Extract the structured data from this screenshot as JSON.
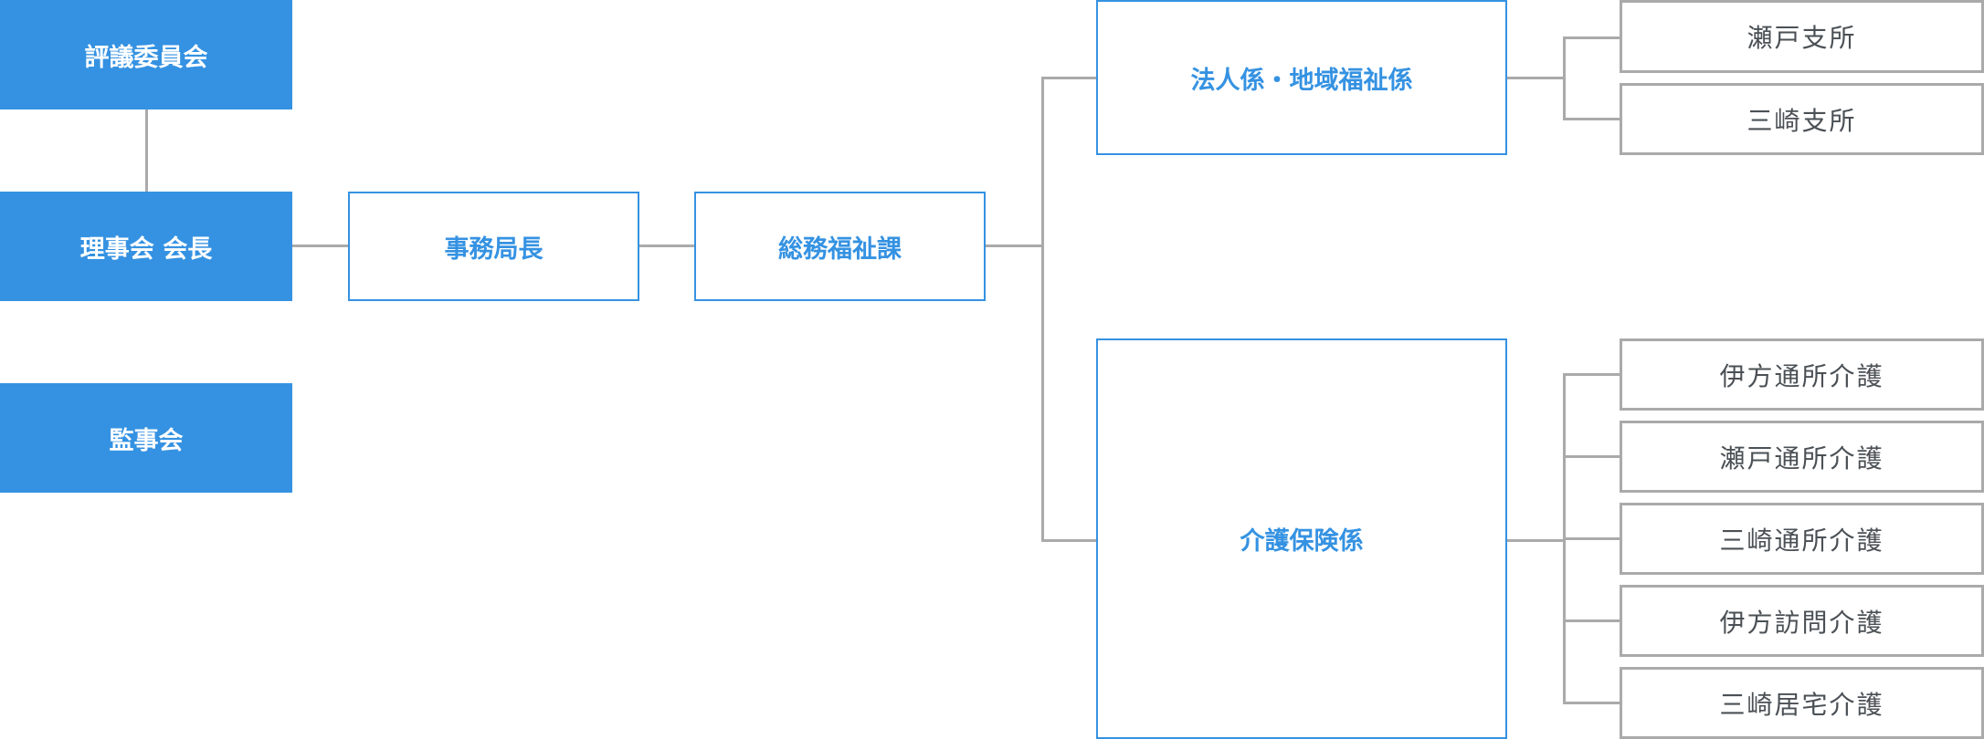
{
  "title": "組織図",
  "colors": {
    "accent": "#3592e2",
    "connector": "#aaaaaa",
    "text_dark": "#4a5055"
  },
  "governance": {
    "councilors": "評議委員会",
    "board": "理事会 会長",
    "auditors": "監事会"
  },
  "secretariat": {
    "director": "事務局長",
    "general_affairs": "総務福祉課"
  },
  "sections": [
    {
      "label": "法人係・地域福祉係",
      "branches": [
        "瀬戸支所",
        "三崎支所"
      ]
    },
    {
      "label": "介護保険係",
      "branches": [
        "伊方通所介護",
        "瀬戸通所介護",
        "三崎通所介護",
        "伊方訪問介護",
        "三崎居宅介護"
      ]
    }
  ]
}
